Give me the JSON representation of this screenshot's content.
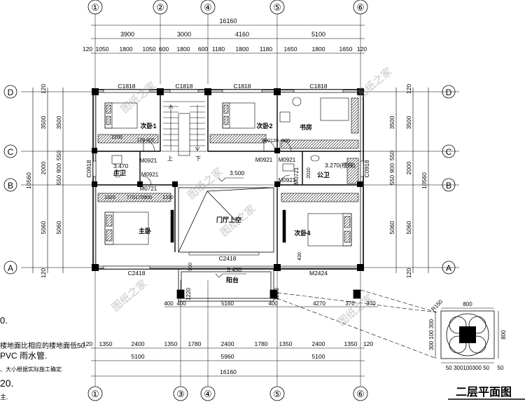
{
  "title": "二层平面图",
  "axis_top": [
    "①",
    "②",
    "④",
    "⑤",
    "⑥"
  ],
  "axis_bottom": [
    "①",
    "③",
    "④",
    "⑤",
    "⑥"
  ],
  "axis_left": [
    "D",
    "C",
    "B",
    "A"
  ],
  "axis_right": [
    "D",
    "C",
    "B",
    "A"
  ],
  "top_total": "16160",
  "top_dims_1": [
    "3900",
    "3000",
    "4160",
    "5100"
  ],
  "top_dims_2": [
    "120",
    "1050",
    "1800",
    "1050",
    "600",
    "1800",
    "600",
    "1180",
    "1800",
    "1180",
    "1650",
    "1800",
    "1650",
    "120"
  ],
  "bottom_dims_1": [
    "120",
    "1350",
    "2400",
    "1350",
    "1780",
    "2400",
    "1780",
    "1350",
    "2400",
    "1350",
    "120"
  ],
  "bottom_dims_2": [
    "5100",
    "5960",
    "5100"
  ],
  "bottom_total": "16160",
  "left_total": "10560",
  "left_dims_1": [
    "120",
    "3500",
    "2000",
    "5060",
    "120"
  ],
  "left_dims_2": [
    "3500",
    "550",
    "900",
    "550",
    "5060"
  ],
  "right_total": "10560",
  "right_dims_1": [
    "120",
    "3500",
    "2000",
    "5060",
    "120"
  ],
  "right_dims_2": [
    "3500",
    "550",
    "900",
    "550",
    "5060"
  ],
  "rooms": {
    "bedroom1": "次卧1",
    "bedroom2": "次卧2",
    "study": "书房",
    "main_bath": "主卫",
    "public_bath": "公卫",
    "master": "主卧",
    "hall_above": "门厅上空",
    "bedroom4": "次卧4",
    "balcony": "阳台",
    "stair_up": "上",
    "stair_down": "下"
  },
  "labels": {
    "c1818_a": "C1818",
    "c1818_b": "C1818",
    "c1818_c": "C1818",
    "c1818_d": "C1818",
    "c2418_a": "C2418",
    "c2418_b": "C2418",
    "m2424": "M2424",
    "m0921_a": "M0921",
    "m0921_b": "M0921",
    "m0921_c": "M0921",
    "m0921_d": "M0921",
    "m0921_e": "M0921",
    "m0721_a": "M0721",
    "m0721_b": "M0721",
    "c0918_a": "C0918",
    "c0918_b": "C0918",
    "elev_3500": "3.500",
    "elev_3450": "3.450",
    "elev_3470": "3.470",
    "elev_3270": "3.270(楼梯)",
    "d2200": "2200",
    "d120_900": "120 900",
    "d1820": "1820",
    "d770": "770",
    "d170": "170",
    "d900b": "900",
    "d1330": "1330",
    "d1180": "1180",
    "d450": "450",
    "d900c": "900",
    "d120b": "120",
    "d900d": "900",
    "d1220a": "1220",
    "d1220b": "1220",
    "d5160": "5160",
    "d4270": "4270",
    "d400a": "400",
    "d400b": "400",
    "d400c": "400",
    "d370a": "370",
    "d370b": "370",
    "d430": "430",
    "d2020": "2020"
  },
  "detail": {
    "top": "800",
    "right": "800",
    "left": "300 100 300",
    "bottom": "50 300100300 50",
    "r": "R150",
    "tag": "50"
  },
  "notes": [
    "0.",
    "楼地面比相应的楼地面低50.",
    "PVC 雨水管.",
    "、大小根据实际施工确定.",
    "20.",
    "主."
  ],
  "watermark": "图纸之家"
}
